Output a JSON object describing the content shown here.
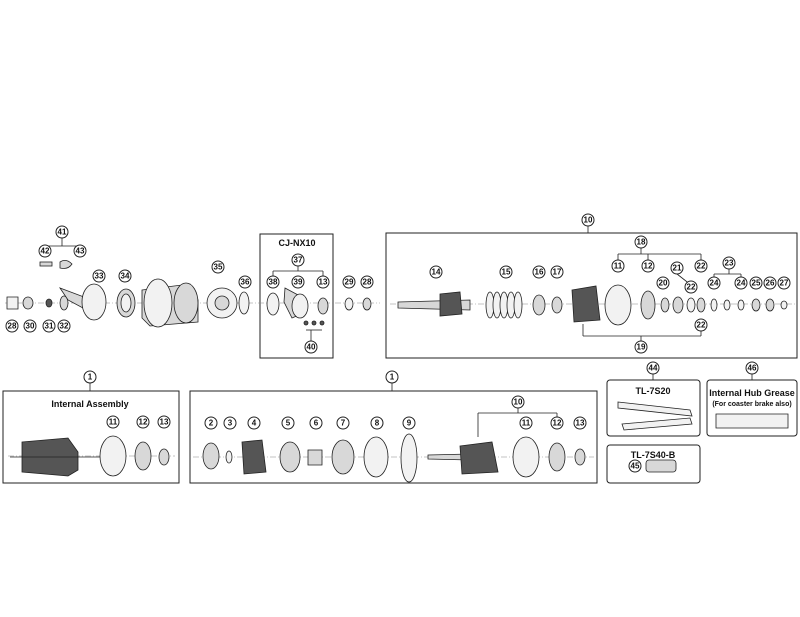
{
  "labels": {
    "cj_nx10": "CJ-NX10",
    "internal_assembly": "Internal Assembly",
    "tl_7s20": "TL-7S20",
    "tl_7s40_b": "TL-7S40-B",
    "grease_title": "Internal Hub Grease",
    "grease_note": "(For coaster brake also)"
  },
  "callouts": {
    "n1": "1",
    "n2": "2",
    "n3": "3",
    "n4": "4",
    "n5": "5",
    "n6": "6",
    "n7": "7",
    "n8": "8",
    "n9": "9",
    "n10": "10",
    "n11": "11",
    "n12": "12",
    "n13": "13",
    "n14": "14",
    "n15": "15",
    "n16": "16",
    "n17": "17",
    "n18": "18",
    "n19": "19",
    "n20": "20",
    "n21": "21",
    "n22": "22",
    "n23": "23",
    "n24": "24",
    "n25": "25",
    "n26": "26",
    "n27": "27",
    "n28": "28",
    "n29": "29",
    "n30": "30",
    "n31": "31",
    "n32": "32",
    "n33": "33",
    "n34": "34",
    "n35": "35",
    "n36": "36",
    "n37": "37",
    "n38": "38",
    "n39": "39",
    "n40": "40",
    "n41": "41",
    "n42": "42",
    "n43": "43",
    "n44": "44",
    "n45": "45",
    "n46": "46"
  }
}
